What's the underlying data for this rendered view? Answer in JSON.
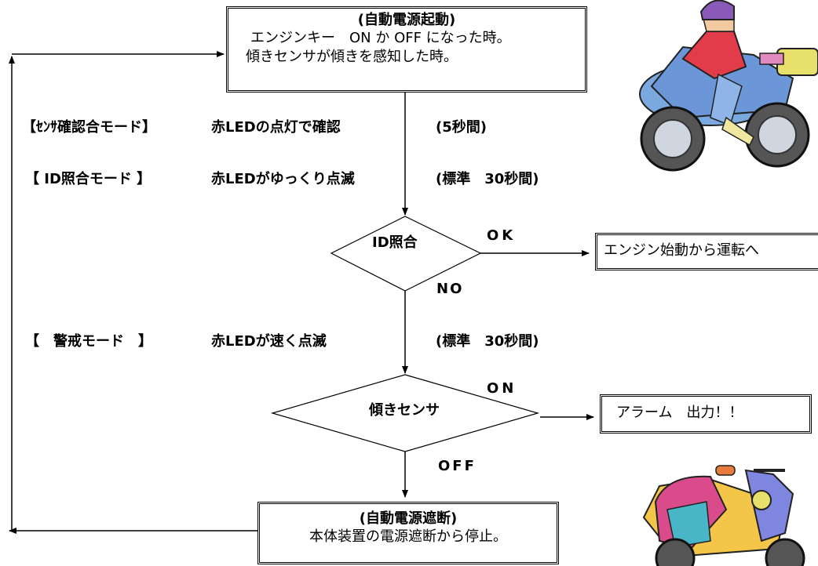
{
  "start_box": {
    "title": "(自動電源起動)",
    "line1": "エンジンキー　ON か OFF になった時。",
    "line2": "傾きセンサが傾きを感知した時。"
  },
  "modes": [
    {
      "name": "【ｾﾝｻ確認合モード】",
      "desc": "赤LEDの点灯で確認",
      "time": "(5秒間)"
    },
    {
      "name": "【 ID照合モード 】",
      "desc": "赤LEDがゆっくり点滅",
      "time": "(標準　30秒間)"
    },
    {
      "name": "【　警戒モード　】",
      "desc": "赤LEDが速く点滅",
      "time": "(標準　30秒間)"
    }
  ],
  "decision_id": {
    "label": "ID照合",
    "yes": "OK",
    "no": "NO"
  },
  "engine_box": {
    "text": "エンジン始動から運転へ"
  },
  "decision_tilt": {
    "label": "傾きセンサ",
    "yes": "ON",
    "no": "OFF"
  },
  "alarm_box": {
    "text": "アラーム　出力！！"
  },
  "end_box": {
    "title": "(自動電源遮断)",
    "line1": "本体装置の電源遮断から停止。"
  },
  "illustrations": [
    "motorcycle-rider-illustration",
    "scooter-illustration"
  ]
}
